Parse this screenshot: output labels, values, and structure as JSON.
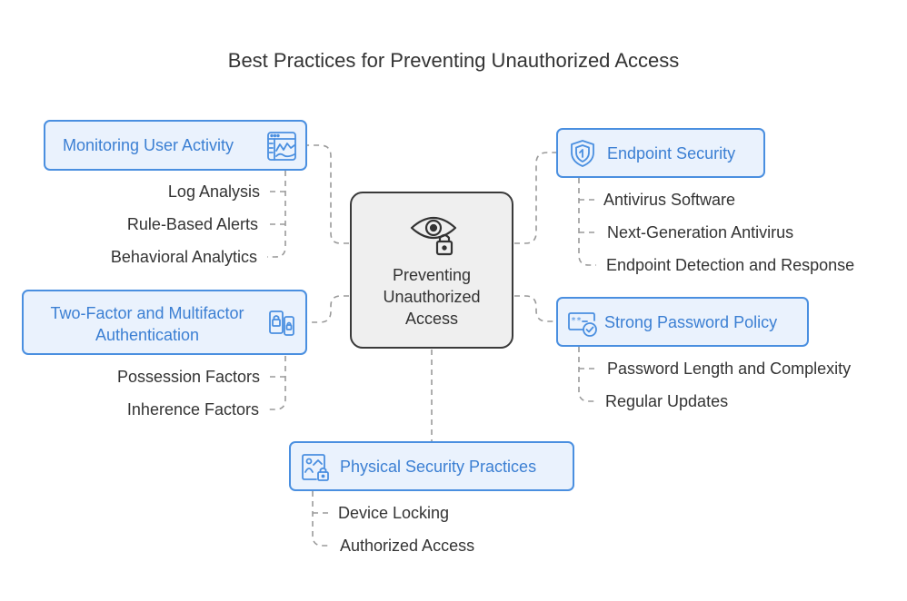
{
  "title": "Best Practices for Preventing Unauthorized Access",
  "center": {
    "line1": "Preventing",
    "line2": "Unauthorized",
    "line3": "Access",
    "icon": "eye-lock-icon"
  },
  "branches": {
    "monitoring": {
      "label": "Monitoring User Activity",
      "icon": "activity-monitor-icon",
      "items": [
        "Log Analysis",
        "Rule-Based Alerts",
        "Behavioral Analytics"
      ]
    },
    "twofactor": {
      "label_line1": "Two-Factor and Multifactor",
      "label_line2": "Authentication",
      "icon": "mfa-lock-icon",
      "items": [
        "Possession Factors",
        "Inherence Factors"
      ]
    },
    "endpoint": {
      "label": "Endpoint Security",
      "icon": "shield-icon",
      "items": [
        "Antivirus Software",
        "Next-Generation Antivirus",
        "Endpoint Detection and Response"
      ]
    },
    "password": {
      "label": "Strong Password Policy",
      "icon": "password-check-icon",
      "items": [
        "Password Length and Complexity",
        "Regular Updates"
      ]
    },
    "physical": {
      "label": "Physical Security Practices",
      "icon": "device-lock-icon",
      "items": [
        "Device Locking",
        "Authorized Access"
      ]
    }
  },
  "colors": {
    "accent": "#4a8fe0",
    "accent_text": "#3b7fd3",
    "branch_fill": "#eaf2fd",
    "center_fill": "#efefef",
    "center_border": "#3a3a3a",
    "connector": "#9a9a9a",
    "text": "#333333"
  }
}
